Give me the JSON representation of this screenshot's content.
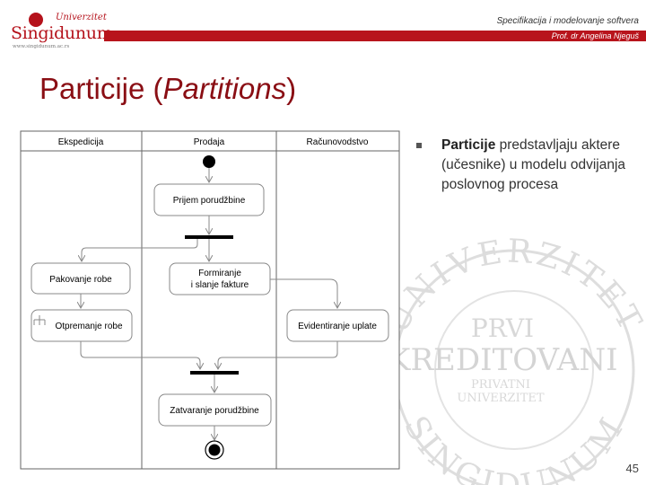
{
  "header": {
    "course": "Specifikacija i modelovanje softvera",
    "author": "Prof. dr Angelina Njeguš",
    "logo": {
      "top": "Univerzitet",
      "name": "Singidunum",
      "web": "www.singidunum.ac.rs"
    }
  },
  "title": {
    "main": "Particije (",
    "italic": "Partitions",
    "end": ")"
  },
  "diagram": {
    "lanes": [
      "Ekspedicija",
      "Prodaja",
      "Računovodstvo"
    ],
    "nodes": {
      "prijem": "Prijem porudžbine",
      "pakovanje": "Pakovanje robe",
      "formiranje_1": "Formiranje",
      "formiranje_2": "i slanje fakture",
      "otpremanje": "Otpremanje robe",
      "evidentiranje": "Evidentiranje uplate",
      "zatvaranje": "Zatvaranje porudžbine"
    }
  },
  "bullet": {
    "bold": "Particije",
    "rest": " predstavljaju aktere (učesnike) u modelu odvijanja poslovnog procesa"
  },
  "watermark": {
    "arc_top": "UNIVERZITET",
    "arc_bottom": "SINGIDUNUM",
    "line1": "PRVI",
    "line2": "AKREDITOVANI",
    "line3": "PRIVATNI",
    "line4": "UNIVERZITET"
  },
  "page_number": "45",
  "colors": {
    "brand_red": "#b8141c",
    "title_red": "#8a0e14",
    "watermark_grey": "#d9d9d9"
  }
}
